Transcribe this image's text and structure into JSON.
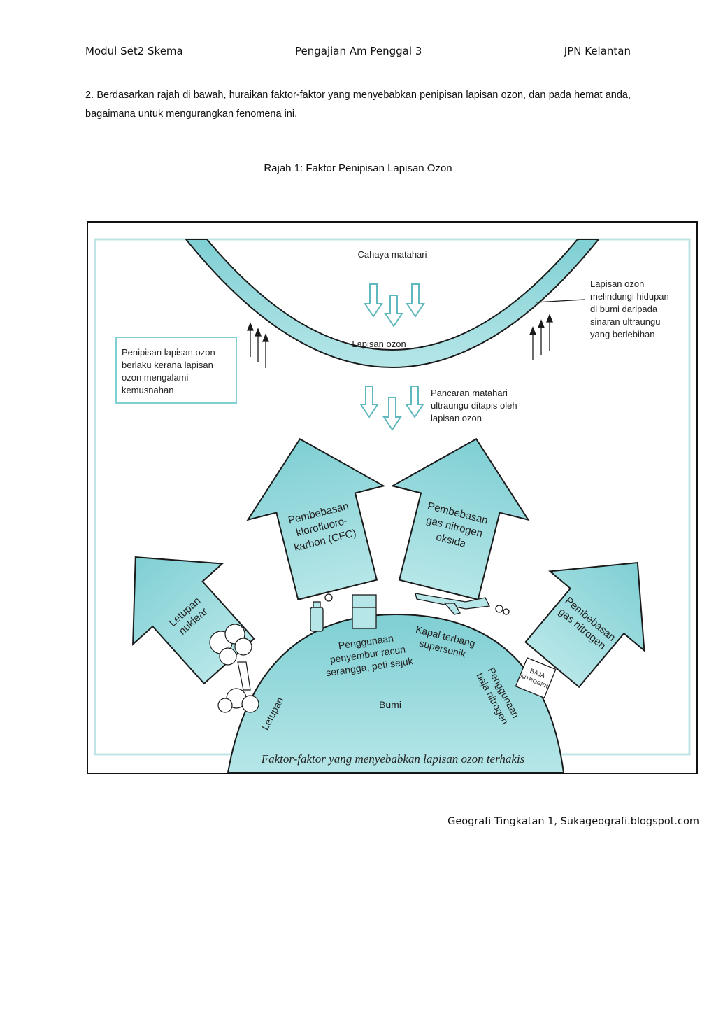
{
  "header": {
    "left": "Modul Set2 Skema",
    "center": "Pengajian Am Penggal 3",
    "right": "JPN Kelantan"
  },
  "question": {
    "text": "2.  Berdasarkan rajah di bawah, huraikan faktor-faktor yang menyebabkan penipisan lapisan ozon, dan pada hemat anda, bagaimana untuk mengurangkan fenomena ini."
  },
  "figure": {
    "caption": "Rajah 1: Faktor Penipisan Lapisan Ozon",
    "sunlight": "Cahaya matahari",
    "ozone_layer": "Lapisan ozon",
    "protect_note": [
      "Lapisan ozon",
      "melindungi hidupan",
      "di bumi daripada",
      "sinaran ultraungu",
      "yang berlebihan"
    ],
    "depletion_box": [
      "Penipisan lapisan ozon",
      "berlaku kerana lapisan",
      "ozon mengalami",
      "kemusnahan"
    ],
    "filtered_note": [
      "Pancaran matahari",
      "ultraungu ditapis oleh",
      "lapisan ozon"
    ],
    "arrow_nuclear": [
      "Letupan",
      "nuklear"
    ],
    "arrow_cfc": [
      "Pembebasan",
      "klorofluoro-",
      "karbon (CFC)"
    ],
    "arrow_no_oxide": [
      "Pembebasan",
      "gas nitrogen",
      "oksida"
    ],
    "arrow_nitrogen": [
      "Pembebasan",
      "gas nitrogen"
    ],
    "earth_label": "Bumi",
    "earth_explosion": "Letupan",
    "earth_spray": [
      "Penggunaan",
      "penyembur racun",
      "serangga, peti sejuk"
    ],
    "earth_jet": [
      "Kapal terbang",
      "supersonik"
    ],
    "earth_fertilizer": [
      "Penggunaan",
      "baja nitrogen"
    ],
    "fertilizer_bag": [
      "BAJA",
      "NITROGEN"
    ],
    "inner_caption": "Faktor-faktor yang menyebabkan lapisan ozon terhakis"
  },
  "footer": {
    "source": "Geografi Tingkatan 1, Sukageografi.blogspot.com"
  },
  "colors": {
    "teal": "#8fd3d6",
    "teal_dark": "#5fb8bd",
    "stroke": "#1a1a1a"
  }
}
